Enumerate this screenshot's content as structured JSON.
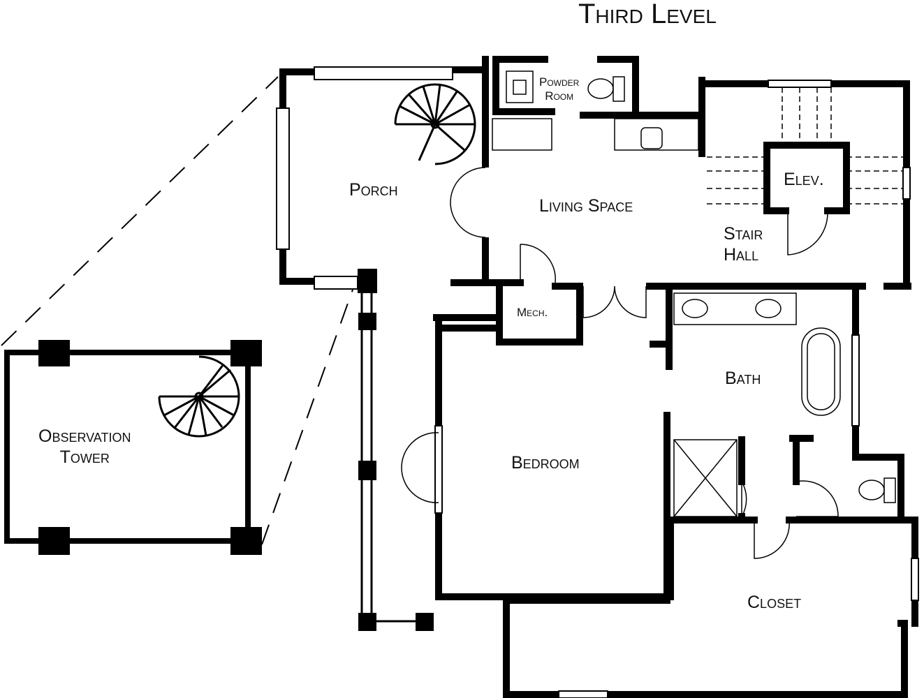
{
  "title": "Third Level",
  "rooms": {
    "porch": "Porch",
    "powder_room": [
      "Powder",
      "Room"
    ],
    "living_space": "Living Space",
    "elevator": "Elev.",
    "stair_hall": [
      "Stair",
      "Hall"
    ],
    "mech": "Mech.",
    "bath": "Bath",
    "bedroom": "Bedroom",
    "closet": "Closet",
    "observation_tower": [
      "Observation",
      "Tower"
    ]
  },
  "colors": {
    "wall": "#000000",
    "background": "#ffffff"
  }
}
